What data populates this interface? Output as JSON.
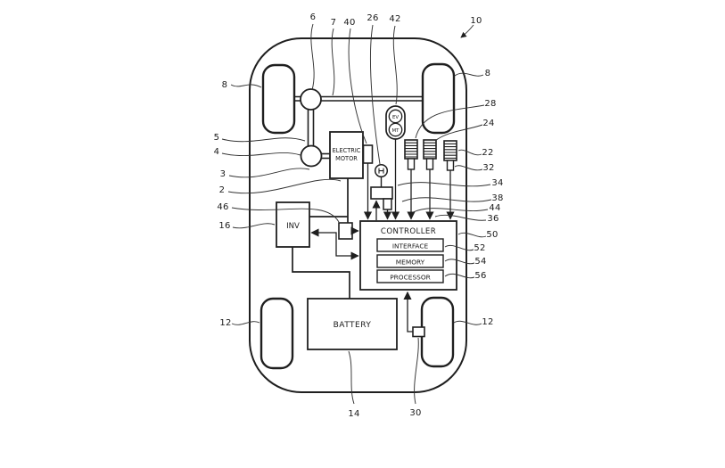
{
  "drawing": {
    "ink_color": "#1f1f1f",
    "blocks": {
      "electric_motor_line1": "ELECTRIC",
      "electric_motor_line2": "MOTOR",
      "inverter": "INV",
      "battery": "BATTERY",
      "controller": "CONTROLLER",
      "interface": "INTERFACE",
      "memory": "MEMORY",
      "processor": "PROCESSOR",
      "indicator_top": "EV",
      "indicator_bottom": "MT"
    },
    "refs": {
      "r10": "10",
      "r6": "6",
      "r7": "7",
      "r40": "40",
      "r26": "26",
      "r42": "42",
      "r8_left": "8",
      "r8_right": "8",
      "r5": "5",
      "r4": "4",
      "r3": "3",
      "r2": "2",
      "r46": "46",
      "r16": "16",
      "r12_left": "12",
      "r12_right": "12",
      "r28": "28",
      "r24": "24",
      "r22": "22",
      "r32": "32",
      "r34": "34",
      "r38": "38",
      "r44": "44",
      "r36": "36",
      "r50": "50",
      "r52": "52",
      "r54": "54",
      "r56": "56",
      "r14": "14",
      "r30": "30"
    }
  }
}
